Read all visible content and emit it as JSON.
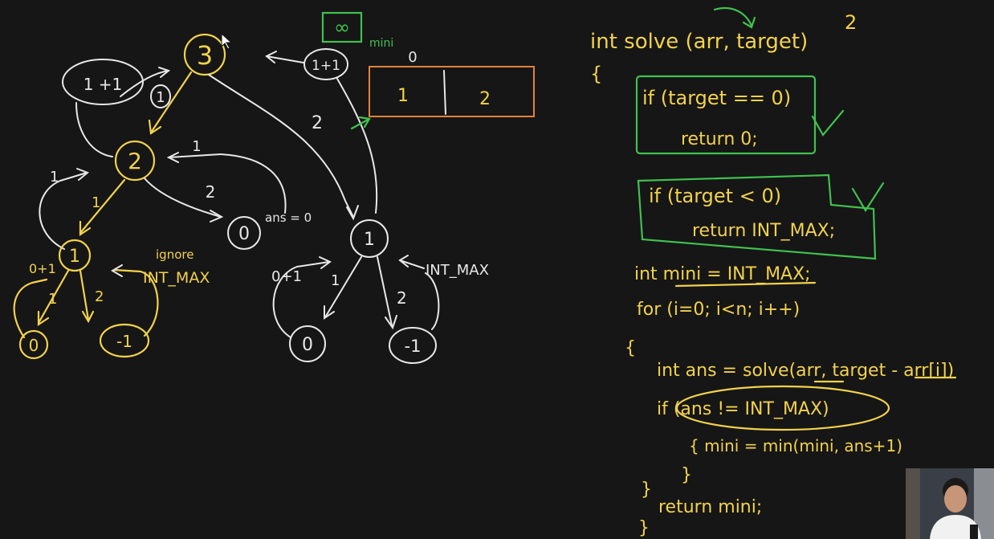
{
  "tree": {
    "root": "3",
    "root_left_edge": "1",
    "root_right_edge": "2",
    "loop_top": "1 +1",
    "n2": "2",
    "n2_back": "1",
    "n2_left_edge_top": "1",
    "n2_left_edge": "1",
    "n2_right_edge": "2",
    "n0_mid": "0",
    "ans_zero": "ans = 0",
    "n1_left": "1",
    "ignore": "ignore",
    "int_max_left": "INT_MAX",
    "o_plus_1_left": "0+1",
    "n1l_edge1": "1",
    "n1l_edge2": "2",
    "leaf0_left": "0",
    "leafm1_left": "-1",
    "top_right": "1+1",
    "n1_right": "1",
    "o_plus_1_right": "0+1",
    "int_max_right": "INT_MAX",
    "n1r_edge1": "1",
    "n1r_edge2": "2",
    "leaf0_right": "0",
    "leafm1_right": "-1"
  },
  "dp": {
    "infinity": "∞",
    "mini_label": "mini",
    "zero_label": "0",
    "cells": [
      "1",
      "2"
    ]
  },
  "code": {
    "lines": [
      "int solve (arr, target)",
      "{",
      "if (target == 0)",
      "return 0;",
      "if (target < 0)",
      "return INT_MAX;",
      "int mini = INT_MAX;",
      "for (i=0; i<n; i++)",
      "{",
      "int ans = solve(arr, target - arr[i])",
      "if (ans != INT_MAX)",
      "{ mini = min(mini, ans+1)",
      "}",
      "}",
      "return mini;",
      "}"
    ],
    "superscript_2": "2"
  },
  "colors": {
    "background": "#161616",
    "white_ink": "#e8e8e8",
    "yellow_ink": "#f2d24b",
    "green_ink": "#41c14e",
    "orange_ink": "#e0833a"
  }
}
